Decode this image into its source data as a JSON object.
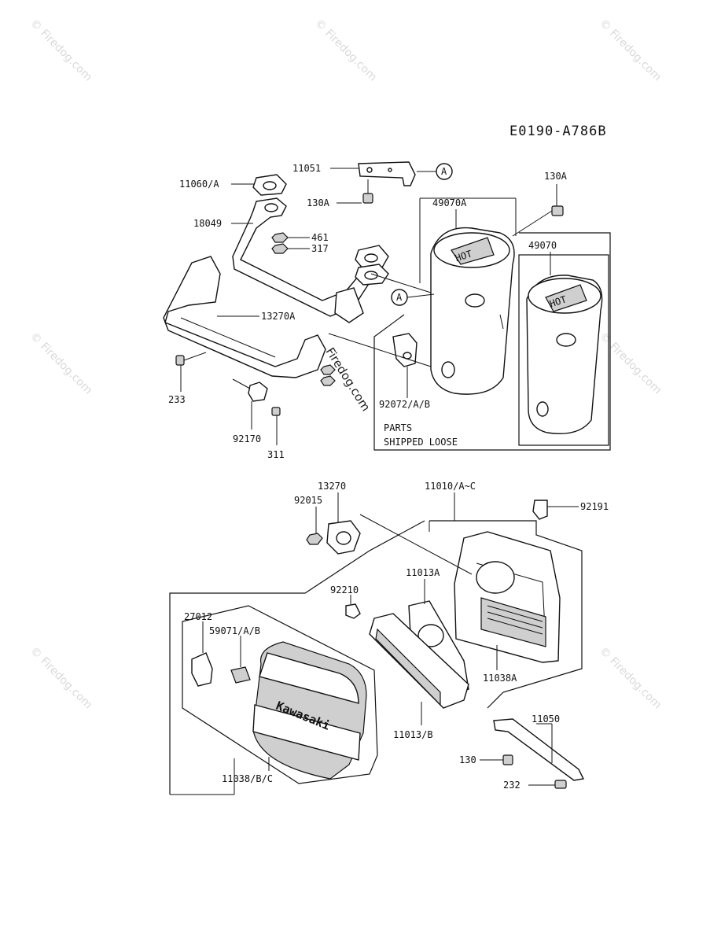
{
  "drawing_code": "E0190-A786B",
  "watermark": "© Firedog.com",
  "center_watermark": "Firedog.com",
  "reference_mark": "A",
  "note_lines": [
    "PARTS",
    "SHIPPED LOOSE"
  ],
  "labels": {
    "p11051": "11051",
    "p11060": "11060/A",
    "p130a_1": "130A",
    "p130a_2": "130A",
    "p18049": "18049",
    "p461": "461",
    "p317": "317",
    "p49070a": "49070A",
    "p49070": "49070",
    "p13270a": "13270A",
    "p233": "233",
    "p92170": "92170",
    "p311": "311",
    "p92072": "92072/A/B",
    "p13270": "13270",
    "p92015": "92015",
    "p11010": "11010/A~C",
    "p92191": "92191",
    "p11013a": "11013A",
    "p92210": "92210",
    "p27012": "27012",
    "p59071": "59071/A/B",
    "p11038a": "11038A",
    "p11013b": "11013/B",
    "p11050": "11050",
    "p130": "130",
    "p232": "232",
    "p11038": "11038/B/C"
  },
  "muffler_text": "HOT",
  "cover_brand": "Kawasaki"
}
